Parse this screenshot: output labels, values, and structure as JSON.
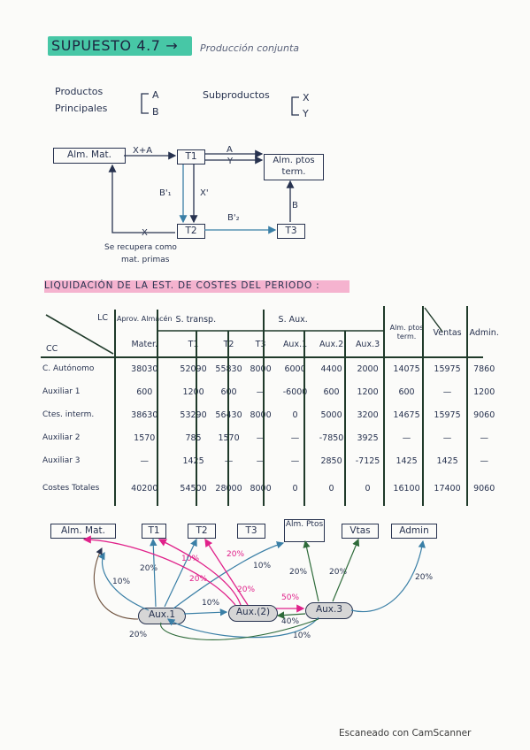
{
  "header": {
    "title": "SUPUESTO 4.7 →",
    "subtitle": "Producción conjunta"
  },
  "products": {
    "principal_label": [
      "Productos",
      "Principales"
    ],
    "principal_items": [
      "A",
      "B"
    ],
    "sub_label": "Subproductos",
    "sub_items": [
      "X",
      "Y"
    ]
  },
  "flow": {
    "alm_mat": "Alm. Mat.",
    "t1": "T1",
    "t2": "T2",
    "t3": "T3",
    "alm_ptos": "Alm. ptos term.",
    "arrow_xa": "X+A",
    "arrow_a": "A",
    "arrow_y": "Y",
    "arrow_b1": "B'₁",
    "arrow_x1": "X'",
    "arrow_b2": "B'₂",
    "arrow_b": "B",
    "arrow_x": "X",
    "recupera_note": [
      "Se recupera como",
      "mat. primas"
    ]
  },
  "section2": {
    "title": "LIQUIDACIÓN DE LA EST. DE COSTES DEL PERIODO :"
  },
  "table": {
    "corner_lc": "LC",
    "corner_cc": "CC",
    "group_aprov": "Aprov. Almacén",
    "group_stransp": "S. transp.",
    "group_saux": "S. Aux.",
    "col_mater": "Mater.",
    "col_t1": "T1",
    "col_t2": "T2",
    "col_t3": "T3",
    "col_aux1": "Aux.1",
    "col_aux2": "Aux.2",
    "col_aux3": "Aux.3",
    "col_alm": "Alm. ptos term.",
    "col_ventas": "Ventas",
    "col_admin": "Admin.",
    "rows": [
      {
        "label": "C. Autónomo",
        "cells": [
          "38030",
          "52090",
          "55830",
          "8000",
          "6000",
          "4400",
          "2000",
          "14075",
          "15975",
          "7860"
        ]
      },
      {
        "label": "Auxiliar 1",
        "cells": [
          "600",
          "1200",
          "600",
          "—",
          "-6000",
          "600",
          "1200",
          "600",
          "—",
          "1200"
        ]
      },
      {
        "label": "Ctes. interm.",
        "cells": [
          "38630",
          "53290",
          "56430",
          "8000",
          "0",
          "5000",
          "3200",
          "14675",
          "15975",
          "9060"
        ]
      },
      {
        "label": "Auxiliar 2",
        "cells": [
          "1570",
          "785",
          "1570",
          "—",
          "—",
          "-7850",
          "3925",
          "—",
          "—",
          "—"
        ]
      },
      {
        "label": "Auxiliar 3",
        "cells": [
          "—",
          "1425",
          "—",
          "—",
          "—",
          "2850",
          "-7125",
          "1425",
          "1425",
          "—"
        ]
      },
      {
        "label": "Costes Totales",
        "cells": [
          "40200",
          "54500",
          "28000",
          "8000",
          "0",
          "0",
          "0",
          "16100",
          "17400",
          "9060"
        ]
      }
    ]
  },
  "diagram": {
    "alm_mat": "Alm. Mat.",
    "t1": "T1",
    "t2": "T2",
    "t3": "T3",
    "alm_ptos": "Alm. Ptos",
    "vtas": "Vtas",
    "admin": "Admin",
    "aux1": "Aux.1",
    "aux2": "Aux.(2)",
    "aux3": "Aux.3",
    "p_10_a": "10%",
    "p_20_a": "20%",
    "p_10_b": "10%",
    "p_20_b": "20%",
    "p_10_c": "10%",
    "p_20_c": "20%",
    "p_10_d": "10%",
    "p_20_d": "20%",
    "p_20_e": "20%",
    "p_20_f": "20%",
    "p_50": "50%",
    "p_40": "40%",
    "p_10_e": "10%",
    "p_20_g": "20%"
  },
  "footer": {
    "scanner": "Escaneado con CamScanner"
  },
  "colors": {
    "ink": "#27324f",
    "teal": "#47c7a6",
    "pink": "#e0218a",
    "blue": "#3a7fa6",
    "green": "#2e6b3a",
    "brown": "#6b4e3a"
  }
}
